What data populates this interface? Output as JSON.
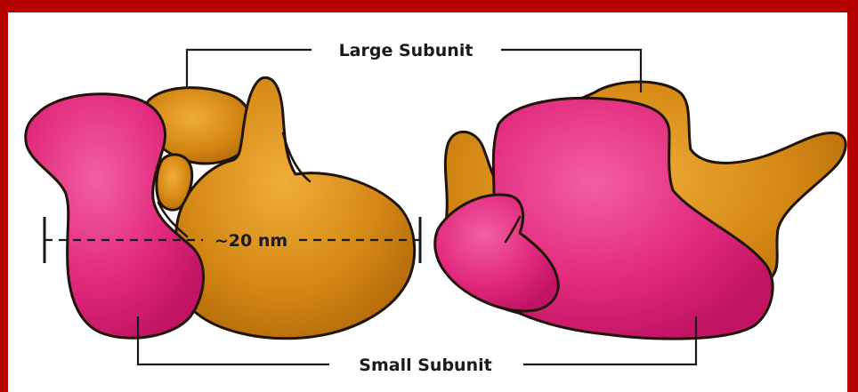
{
  "diagram": {
    "labels": {
      "large_subunit": "Large Subunit",
      "small_subunit": "Small Subunit",
      "measurement": "~20 nm"
    },
    "colors": {
      "large_subunit": "#d68a16",
      "small_subunit": "#e2297c",
      "border": "#b50000"
    }
  }
}
